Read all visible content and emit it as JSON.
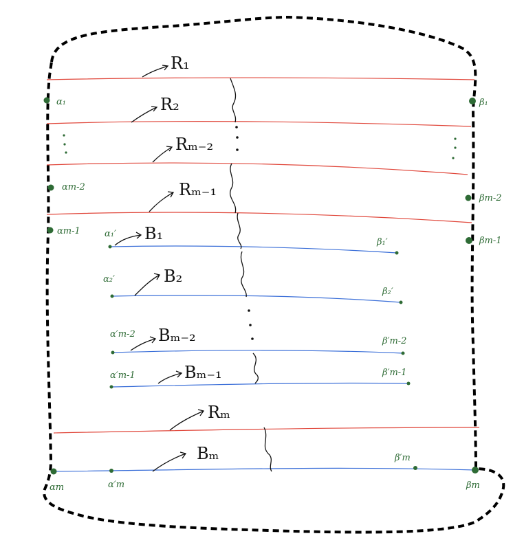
{
  "red_curves": [
    {
      "name": "red-curve-r1",
      "label": "R₁"
    },
    {
      "name": "red-curve-r2",
      "label": "R₂"
    },
    {
      "name": "red-curve-rm-2",
      "label": "Rₘ₋₂"
    },
    {
      "name": "red-curve-rm-1",
      "label": "Rₘ₋₁"
    },
    {
      "name": "red-curve-rm",
      "label": "Rₘ"
    }
  ],
  "blue_curves": [
    {
      "name": "blue-curve-b1",
      "label": "B₁"
    },
    {
      "name": "blue-curve-b2",
      "label": "B₂"
    },
    {
      "name": "blue-curve-bm-2",
      "label": "Bₘ₋₂"
    },
    {
      "name": "blue-curve-bm-1",
      "label": "Bₘ₋₁"
    },
    {
      "name": "blue-curve-bm",
      "label": "Bₘ"
    }
  ],
  "left_boundary_points": [
    "α₁",
    "αm-2",
    "αm-1",
    "αm"
  ],
  "right_boundary_points": [
    "β₁",
    "βm-2",
    "βm-1",
    "βm"
  ],
  "inner_left_points": [
    "α₁′",
    "α₂′",
    "α′m-2",
    "α′m-1",
    "α′m"
  ],
  "inner_right_points": [
    "β₁′",
    "β₂′",
    "β′m-2",
    "β′m-1",
    "β′m"
  ],
  "colors": {
    "red": "#e0473b",
    "blue": "#3b6fd8",
    "green": "#2e6b35",
    "boundary": "#000000"
  }
}
